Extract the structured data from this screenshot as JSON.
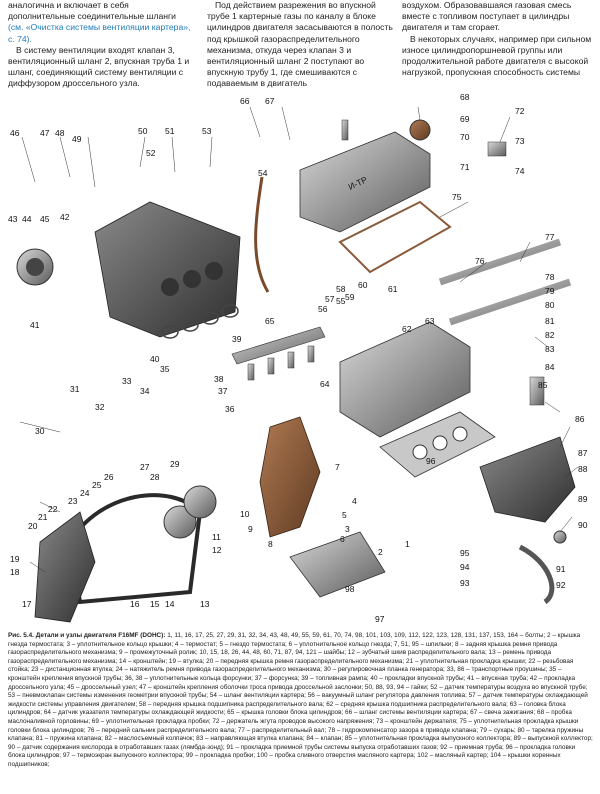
{
  "text": {
    "col1_para1": "аналогична и включает в себя дополнительные соединительные шланги ",
    "col1_link": "(см. «Очистка системы вентиляции картера», с. 74).",
    "col1_para2": "В систему вентиляции входят клапан 3, вентиляционный шланг 2, впускная труба 1 и шланг, соединяющий систему вентиляции с диффузором дроссельного узла.",
    "col2_para1": "Под действием разрежения во впускной трубе 1 картерные газы по каналу в блоке цилиндров двигателя засасываются в полость под крышкой газораспределительного механизма, откуда через клапан 3 и вентиляционный шланг 2 поступают во впускную трубу 1, где смешиваются с подаваемым в двигатель",
    "col3_para1": "воздухом. Образовавшаяся газовая смесь вместе с топливом поступает в цилиндры двигателя и там сгорает.",
    "col3_para2": "В некоторых случаях, например при сильном износе цилиндропоршневой группы или продолжительной работе двигателя с высокой нагрузкой, пропускная способность системы"
  },
  "figure": {
    "valve_cover_text": "И-ТР",
    "labels": [
      "1",
      "2",
      "3",
      "4",
      "5",
      "6",
      "7",
      "8",
      "9",
      "10",
      "11",
      "12",
      "13",
      "14",
      "15",
      "16",
      "17",
      "18",
      "19",
      "20",
      "21",
      "22",
      "23",
      "24",
      "25",
      "26",
      "27",
      "28",
      "29",
      "30",
      "31",
      "32",
      "33",
      "34",
      "35",
      "36",
      "37",
      "38",
      "39",
      "40",
      "41",
      "42",
      "43",
      "44",
      "45",
      "46",
      "47",
      "48",
      "49",
      "50",
      "51",
      "52",
      "53",
      "54",
      "55",
      "56",
      "57",
      "58",
      "59",
      "60",
      "61",
      "62",
      "63",
      "64",
      "65",
      "66",
      "67",
      "68",
      "69",
      "70",
      "71",
      "72",
      "73",
      "74",
      "75",
      "76",
      "77",
      "78",
      "79",
      "80",
      "81",
      "82",
      "83",
      "84",
      "85",
      "86",
      "87",
      "88",
      "89",
      "90",
      "91",
      "92",
      "93",
      "94",
      "95",
      "96",
      "97",
      "98"
    ]
  },
  "caption": {
    "title": "Рис. 5.4. Детали и узлы двигателя F16MF (DOHC):",
    "body": " 1, 11, 16, 17, 25, 27, 29, 31, 32, 34, 43, 48, 49, 55, 59, 61, 70, 74, 98, 101, 103, 109, 112, 122, 123, 128, 131, 137, 153, 164 – болты; 2 – крышка гнезда термостата; 3 – уплотнительное кольцо крышки; 4 – термостат; 5 – гнездо термостата; 6 – уплотнительное кольцо гнезда; 7, 51, 95 – шпильки; 8 – задняя крышка ремня привода газораспределительного механизма; 9 – промежуточный ролик; 10, 15, 18, 26, 44, 48, 60, 71, 87, 94, 121 – шайбы; 12 – зубчатый шкив распределительного вала; 13 – ремень привода газораспределительного механизма; 14 – кронштейн; 19 – втулка; 20 – передняя крышка ремня газораспределительного механизма; 21 – уплотнительная прокладка крышки; 22 – резьбовая стойка; 23 – дистанционная втулка; 24 – натяжитель ремня привода газораспределительного механизма; 30 – регулировочная планка генератора; 33, 86 – транспортные проушины; 35 – кронштейн крепления впускной трубы; 36, 38 – уплотнительные кольца форсунки; 37 – форсунка; 39 – топливная рампа; 40 – прокладки впускной трубы; 41 – впускная труба; 42 – прокладка дроссельного узла; 45 – дроссельный узел; 47 – кронштейн крепления оболочки троса привода дроссельной заслонки; 50, 88, 93, 94 – гайки; 52 – датчик температуры воздуха во впускной трубе; 53 – пневмоклапан системы изменения геометрии впускной трубы; 54 – шланг вентиляции картера; 56 – вакуумный шланг регулятора давления топлива; 57 – датчик температуры охлаждающей жидкости системы управления двигателем; 58 – передняя крышка подшипника распределительного вала; 62 – средняя крышка подшипника распределительного вала; 63 – головка блока цилиндров; 64 – датчик указателя температуры охлаждающей жидкости; 65 – крышка головки блока цилиндров; 66 – шланг системы вентиляции картера; 67 – свеча зажигания; 68 – пробка маслоналивной горловины; 69 – уплотнительная прокладка пробки; 72 – держатель жгута проводов высокого напряжения; 73 – кронштейн держателя; 75 – уплотнительная прокладка крышки головки блока цилиндров; 76 – передний сальник распределительного вала; 77 – распределительный вал; 78 – гидрокомпенсатор зазора в приводе клапана; 79 – сухарь; 80 – тарелка пружины клапана; 81 – пружина клапана; 82 – маслосъемный колпачок; 83 – направляющая втулка клапана; 84 – клапан; 85 – уплотнительная прокладка выпускного коллектора; 89 – выпускной коллектор; 90 – датчик содержания кислорода в отработавших газах (лямбда-зонд); 91 – прокладка приемной трубы системы выпуска отработавших газов; 92 – приемная труба; 96 – прокладка головки блока цилиндров; 97 – термоэкран выпускного коллектора; 99 – прокладка пробки; 100 – пробка сливного отверстия масляного картера; 102 – масляный картер; 104 – крышки коренных подшипников;"
  }
}
